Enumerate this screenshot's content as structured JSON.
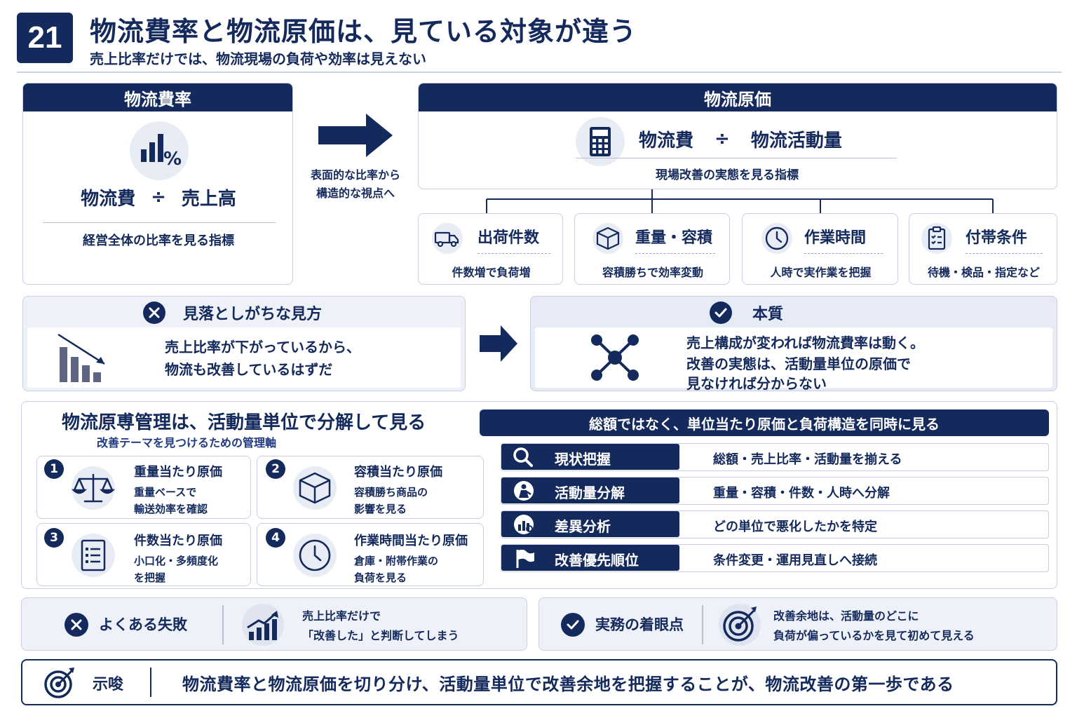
{
  "header": {
    "number": "21",
    "title": "物流費率と物流原価は、見ている対象が違う",
    "subtitle": "売上比率だけでは、物流現場の負荷や効率は見えない"
  },
  "left_panel": {
    "heading": "物流費率",
    "formula_a": "物流費",
    "formula_op": "÷",
    "formula_b": "売上高",
    "caption": "経営全体の比率を見る指標"
  },
  "transition": {
    "line1": "表面的な比率から",
    "line2": "構造的な視点へ"
  },
  "right_panel": {
    "heading": "物流原価",
    "formula_a": "物流費",
    "formula_op": "÷",
    "formula_b": "物流活動量",
    "caption": "現場改善の実態を見る指標",
    "drivers": [
      {
        "title": "出荷件数",
        "desc": "件数増で負荷増"
      },
      {
        "title": "重量・容積",
        "desc": "容積勝ちで効率変動"
      },
      {
        "title": "作業時間",
        "desc": "人時で実作業を把握"
      },
      {
        "title": "付帯条件",
        "desc": "待機・検品・指定など"
      }
    ]
  },
  "misconception": {
    "heading": "見落としがちな見方",
    "line1": "売上比率が下がっているから、",
    "line2": "物流も改善しているはずだ"
  },
  "essence": {
    "heading": "本質",
    "line1": "売上構成が変われば物流費率は動く。",
    "line2": "改善の実態は、活動量単位の原価で",
    "line3": "見なければ分からない"
  },
  "management": {
    "title": "物流原尃管理は、活動量単位で分解して見る",
    "subtitle": "改善テーマを見つけるための管理軸",
    "items": [
      {
        "num": "1",
        "title": "重量当たり原価",
        "line1": "重量ベースで",
        "line2": "輸送効率を確認"
      },
      {
        "num": "2",
        "title": "容積当たり原価",
        "line1": "容積勝ち商品の",
        "line2": "影響を見る"
      },
      {
        "num": "3",
        "title": "件数当たり原価",
        "line1": "小口化・多頻度化",
        "line2": "を把握"
      },
      {
        "num": "4",
        "title": "作業時間当たり原価",
        "line1": "倉庫・附帯作業の",
        "line2": "負荷を見る"
      }
    ]
  },
  "steps": {
    "banner": "総額ではなく、単位当たり原価と負荷構造を同時に見る",
    "rows": [
      {
        "label": "現状把握",
        "desc": "総額・売上比率・活動量を揃える"
      },
      {
        "label": "活動量分解",
        "desc": "重量・容積・件数・人時へ分解"
      },
      {
        "label": "差異分析",
        "desc": "どの単位で悪化したかを特定"
      },
      {
        "label": "改善優先順位",
        "desc": "条件変更・運用見直しへ接続"
      }
    ]
  },
  "failure": {
    "label": "よくある失敗",
    "line1": "売上比率だけで",
    "line2": "「改善した」と判断してしまう"
  },
  "practice": {
    "label": "実務の着眼点",
    "line1": "改善余地は、活動量のどこに",
    "line2": "負荷が偏っているかを見て初めて見える"
  },
  "implication": {
    "label": "示唆",
    "text": "物流費率と物流原価を切り分け、活動量単位で改善余地を把握することが、物流改善の第一歩である"
  },
  "colors": {
    "navy": "#142a5c",
    "border": "#c8cfe0",
    "soft": "#eef1f8"
  }
}
